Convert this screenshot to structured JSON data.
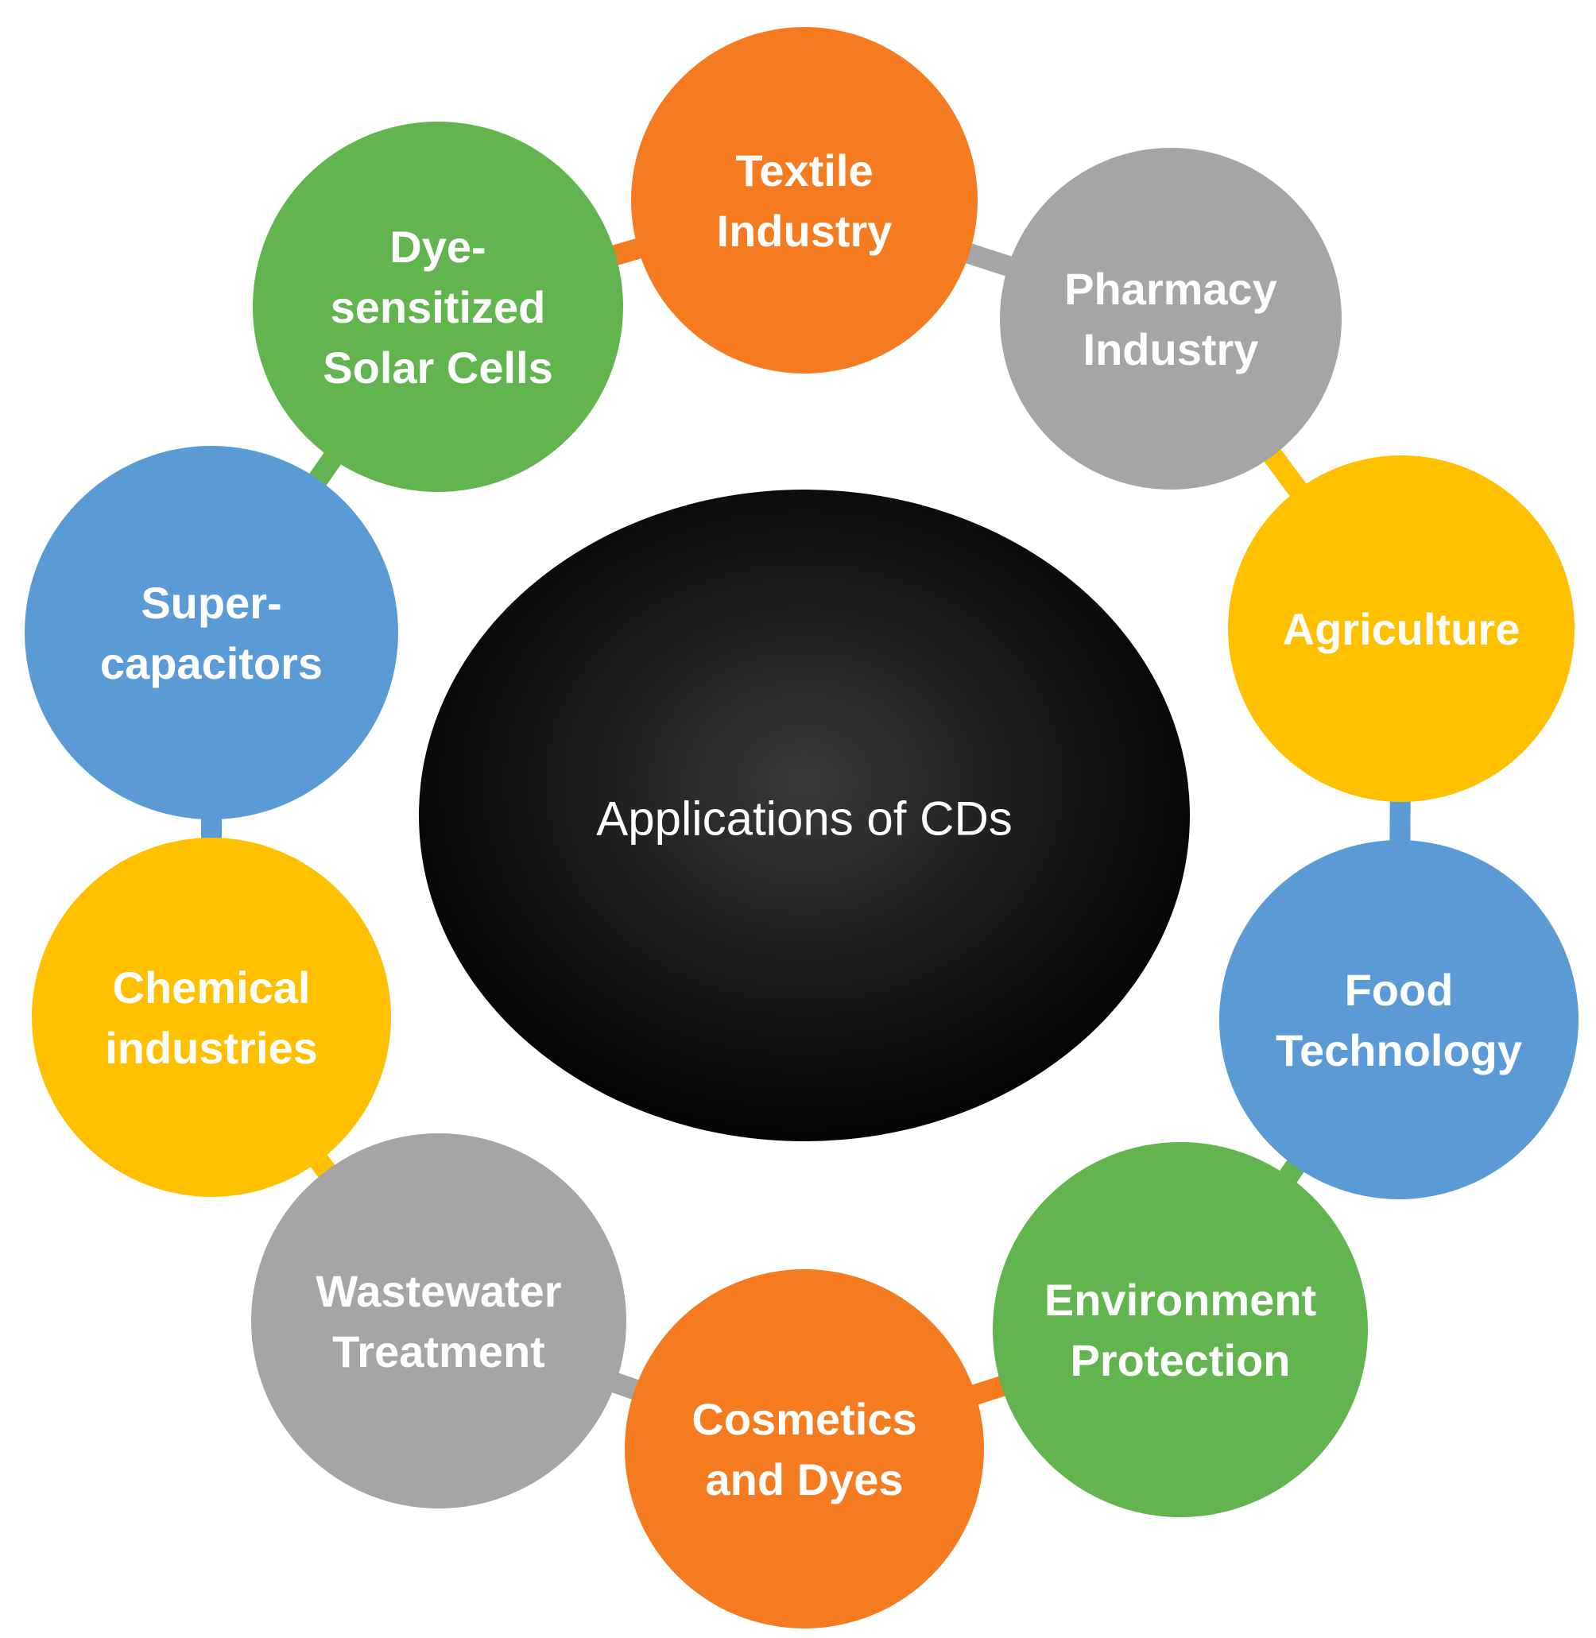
{
  "center": {
    "label": "Applications of CDs",
    "color": "#000000"
  },
  "nodes": [
    {
      "id": "textile",
      "lines": [
        "Textile",
        "Industry"
      ],
      "color": "#F47B20"
    },
    {
      "id": "pharmacy",
      "lines": [
        "Pharmacy",
        "Industry"
      ],
      "color": "#A5A5A5"
    },
    {
      "id": "agriculture",
      "lines": [
        "Agriculture"
      ],
      "color": "#FFC000"
    },
    {
      "id": "food",
      "lines": [
        "Food",
        "Technology"
      ],
      "color": "#5B9BD5"
    },
    {
      "id": "environment",
      "lines": [
        "Environment",
        "Protection"
      ],
      "color": "#62B44E"
    },
    {
      "id": "cosmetics",
      "lines": [
        "Cosmetics",
        "and Dyes"
      ],
      "color": "#F47B20"
    },
    {
      "id": "wastewater",
      "lines": [
        "Wastewater",
        "Treatment"
      ],
      "color": "#A5A5A5"
    },
    {
      "id": "chemical",
      "lines": [
        "Chemical",
        "industries"
      ],
      "color": "#FFC000"
    },
    {
      "id": "supercap",
      "lines": [
        "Super-",
        "capacitors"
      ],
      "color": "#5B9BD5"
    },
    {
      "id": "dssc",
      "lines": [
        "Dye-",
        "sensitized",
        "Solar Cells"
      ],
      "color": "#62B44E"
    }
  ]
}
